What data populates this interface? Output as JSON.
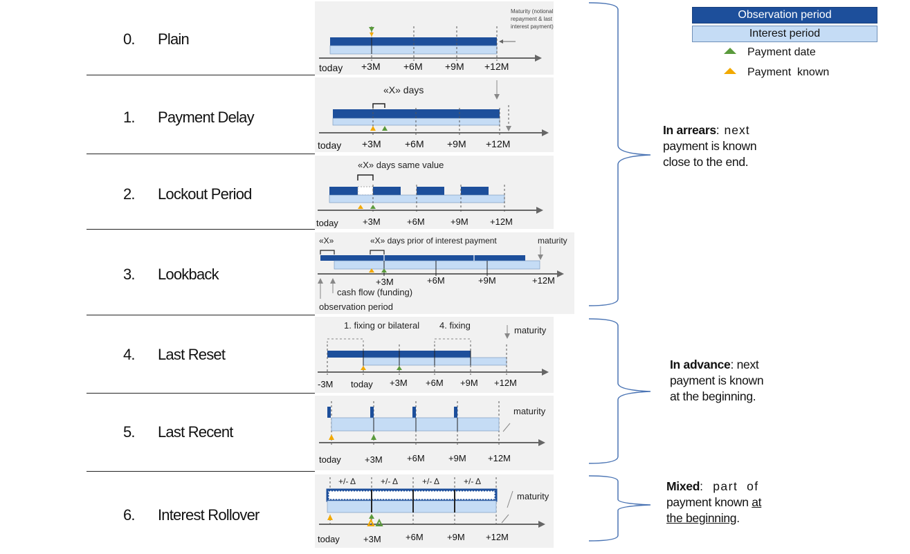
{
  "rows": [
    {
      "num": "0.",
      "label": "Plain"
    },
    {
      "num": "1.",
      "label": "Payment Delay"
    },
    {
      "num": "2.",
      "label": "Lockout Period"
    },
    {
      "num": "3.",
      "label": "Lookback"
    },
    {
      "num": "4.",
      "label": "Last Reset"
    },
    {
      "num": "5.",
      "label": "Last Recent"
    },
    {
      "num": "6.",
      "label": "Interest Rollover"
    }
  ],
  "legend": {
    "observation_period": "Observation period",
    "interest_period": "Interest period",
    "payment_date": "Payment date",
    "payment_known": "Payment  known"
  },
  "colors": {
    "observation": "#1d4f9b",
    "interest": "#c5dcf5",
    "payment_date": "#5a9a3c",
    "payment_known": "#f2a900"
  },
  "notes": {
    "arrears": {
      "bold": "In arrears",
      "rest1": ": next",
      "rest2": "payment is known",
      "rest3": "close to the end."
    },
    "advance": {
      "bold": "In advance",
      "rest1": ": next",
      "rest2": "payment is known",
      "rest3": "at the beginning."
    },
    "mixed": {
      "bold": "Mixed",
      "rest1": ":  part  of",
      "rest2a": "payment known ",
      "rest2b": "at",
      "rest3a": "the beginning",
      "rest3b": "."
    }
  },
  "diagrams": {
    "d0": {
      "ticks": [
        "today",
        "+3M",
        "+6M",
        "+9M",
        "+12M"
      ],
      "annotation": [
        "Maturity (notional",
        "repayment & last",
        "interest payment)"
      ]
    },
    "d1": {
      "ticks": [
        "today",
        "+3M",
        "+6M",
        "+9M",
        "+12M"
      ],
      "annotation": "«X» days"
    },
    "d2": {
      "ticks": [
        "today",
        "+3M",
        "+6M",
        "+9M",
        "+12M"
      ],
      "annotation": "«X» days same value"
    },
    "d3": {
      "ticks": [
        "+3M",
        "+6M",
        "+9M",
        "+12M"
      ],
      "x_label": "«X»",
      "annotation": "«X» days prior of interest payment",
      "maturity": "maturity",
      "cash_flow": "cash flow (funding)",
      "observation": "observation period"
    },
    "d4": {
      "ticks": [
        "-3M",
        "today",
        "+3M",
        "+6M",
        "+9M",
        "+12M"
      ],
      "fixing1": "1. fixing or bilateral",
      "fixing4": "4. fixing",
      "maturity": "maturity"
    },
    "d5": {
      "ticks": [
        "today",
        "+3M",
        "+6M",
        "+9M",
        "+12M"
      ],
      "maturity": "maturity"
    },
    "d6": {
      "ticks": [
        "today",
        "+3M",
        "+6M",
        "+9M",
        "+12M"
      ],
      "delta": "+/- Δ",
      "maturity": "maturity"
    }
  }
}
